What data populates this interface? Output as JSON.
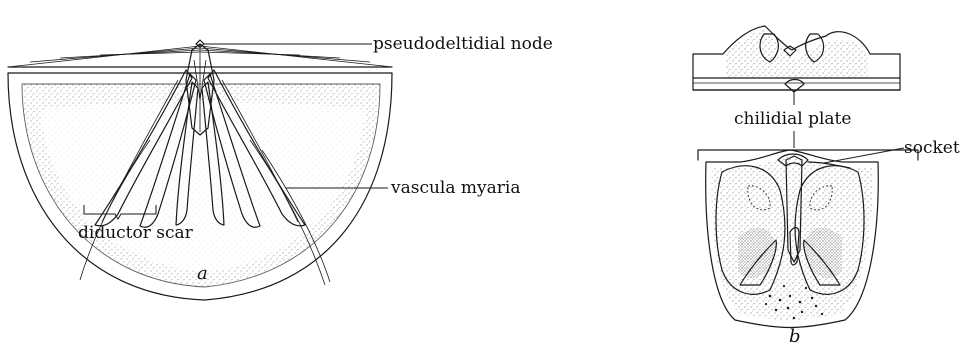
{
  "figure_a": {
    "labels": {
      "pseudodeltidial_node": "pseudodeltidial node",
      "vascula_myaria": "vascula myaria",
      "diductor_scar": "diductor scar"
    },
    "panel_letter": "a"
  },
  "figure_b": {
    "labels": {
      "chilidial_plate": "chilidial plate",
      "socket": "socket"
    },
    "panel_letter": "b"
  }
}
